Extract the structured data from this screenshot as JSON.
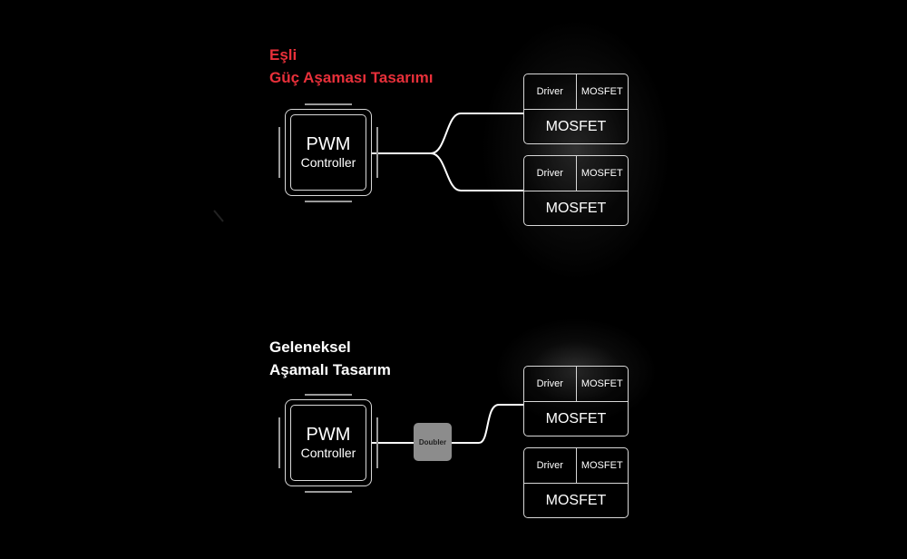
{
  "top": {
    "title_line1": "Eşli",
    "title_line2": "Güç Aşaması Tasarımı",
    "title_color": "#e8303a",
    "controller": {
      "line1": "PWM",
      "line2": "Controller"
    },
    "stages": [
      {
        "driver": "Driver",
        "mosfet_small": "MOSFET",
        "mosfet_big": "MOSFET"
      },
      {
        "driver": "Driver",
        "mosfet_small": "MOSFET",
        "mosfet_big": "MOSFET"
      }
    ]
  },
  "bottom": {
    "title_line1": "Geleneksel",
    "title_line2": "Aşamalı Tasarım",
    "title_color": "#ffffff",
    "controller": {
      "line1": "PWM",
      "line2": "Controller"
    },
    "doubler": "Doubler",
    "stages": [
      {
        "driver": "Driver",
        "mosfet_small": "MOSFET",
        "mosfet_big": "MOSFET"
      },
      {
        "driver": "Driver",
        "mosfet_small": "MOSFET",
        "mosfet_big": "MOSFET"
      }
    ]
  }
}
